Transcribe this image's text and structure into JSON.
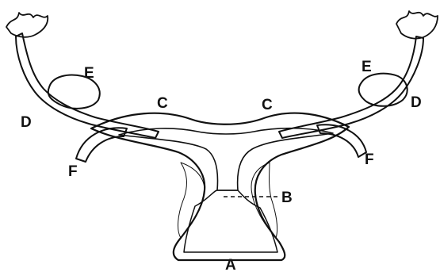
{
  "figure": {
    "labels": {
      "A": "A",
      "B": "B",
      "C_left": "C",
      "C_right": "C",
      "D_left": "D",
      "D_right": "D",
      "E_left": "E",
      "E_right": "E",
      "F_left": "F",
      "F_right": "F"
    }
  },
  "colors": {
    "ink": "#111111",
    "paper": "#ffffff"
  }
}
